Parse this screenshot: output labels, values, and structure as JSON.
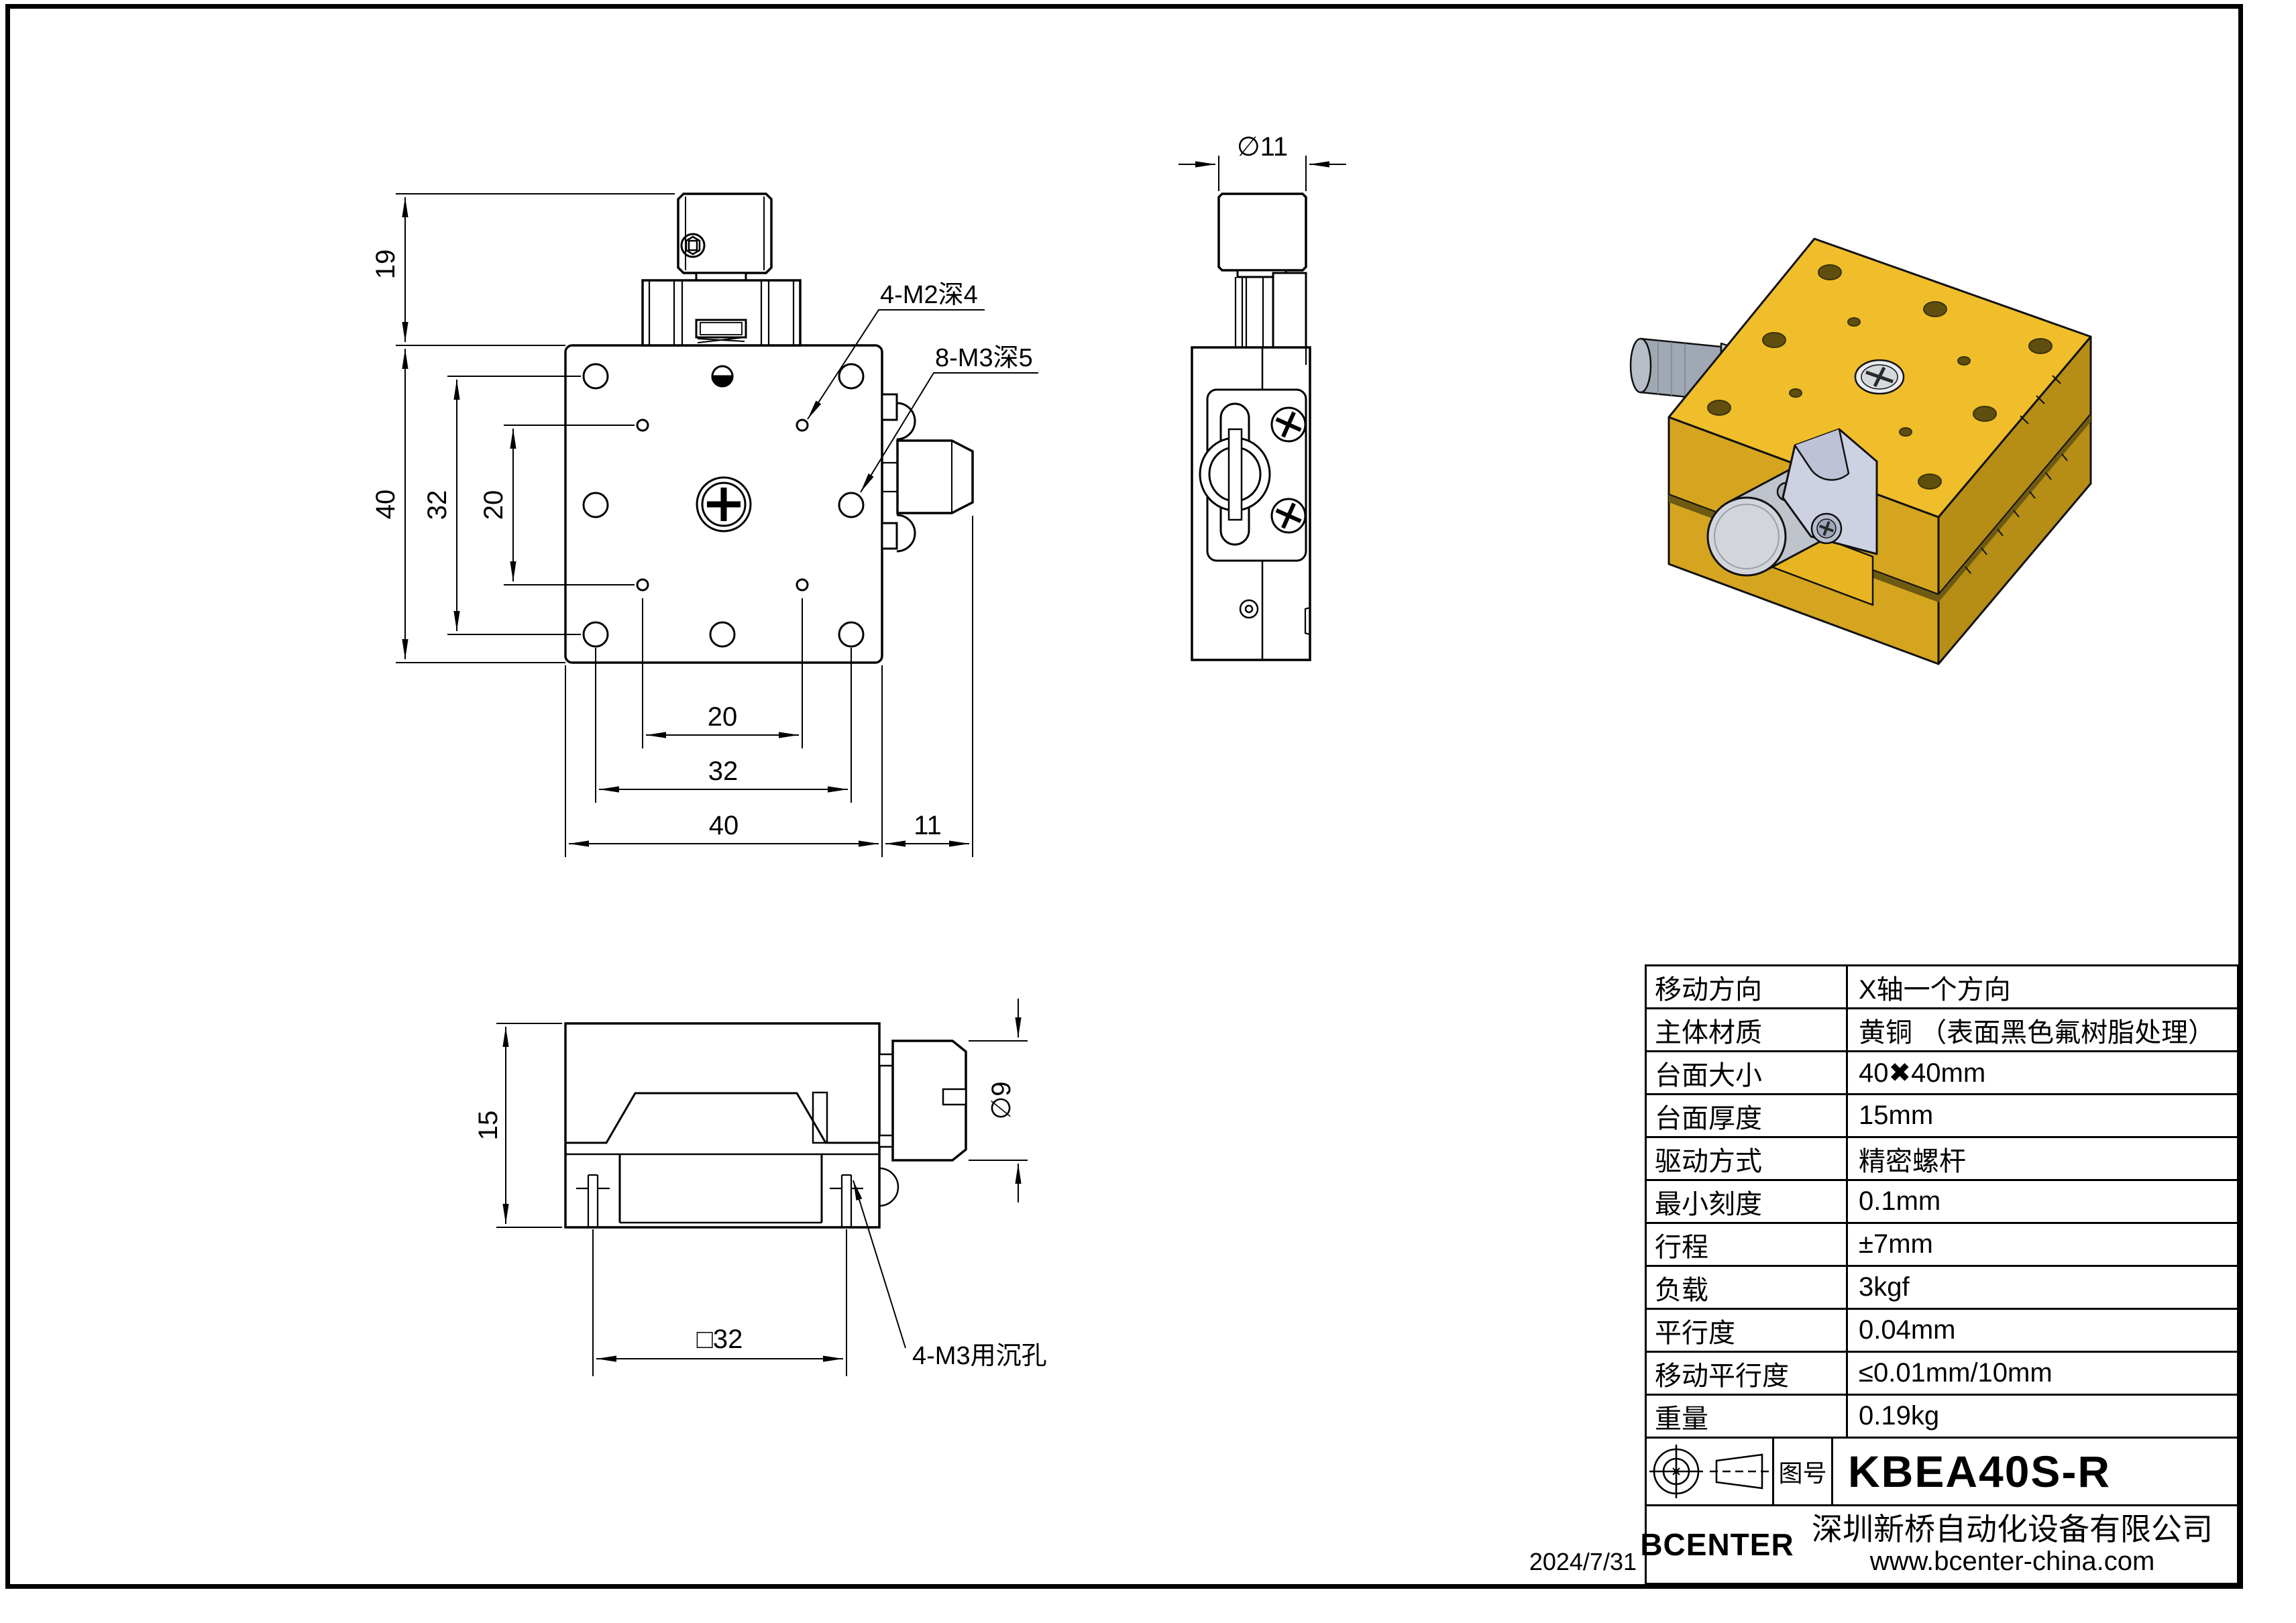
{
  "date": "2024/7/31",
  "front_view": {
    "dim_19": "19",
    "dim_40": "40",
    "dim_32": "32",
    "dim_20": "20",
    "dim_b20": "20",
    "dim_b32": "32",
    "dim_b40": "40",
    "dim_b11": "11",
    "note_m2": "4-M2深4",
    "note_m3": "8-M3深5"
  },
  "side_view": {
    "dim_dia11": "∅11"
  },
  "bottom_view": {
    "dim_15": "15",
    "dim_sq32": "□32",
    "dim_dia9": "∅9",
    "note_counterbore": "4-M3用沉孔"
  },
  "spec_table": {
    "rows": [
      {
        "label": "移动方向",
        "value": "X轴一个方向"
      },
      {
        "label": "主体材质",
        "value": "黄铜 （表面黑色氟树脂处理）"
      },
      {
        "label": "台面大小",
        "value": "40✖40mm"
      },
      {
        "label": "台面厚度",
        "value": "15mm"
      },
      {
        "label": "驱动方式",
        "value": "精密螺杆"
      },
      {
        "label": "最小刻度",
        "value": "0.1mm"
      },
      {
        "label": "行程",
        "value": "±7mm"
      },
      {
        "label": "负载",
        "value": "3kgf"
      },
      {
        "label": "平行度",
        "value": "0.04mm"
      },
      {
        "label": "移动平行度",
        "value": "≤0.01mm/10mm"
      },
      {
        "label": "重量",
        "value": "0.19kg"
      }
    ]
  },
  "title_block": {
    "drawing_no_label": "图号",
    "drawing_no": "KBEA40S-R",
    "brand": "BCENTER",
    "company": "深圳新桥自动化设备有限公司",
    "website": "www.bcenter-china.com"
  },
  "colors": {
    "line": "#000000",
    "stage_top": "#EFBE2A",
    "stage_front": "#D5A51F",
    "stage_right": "#B68D15",
    "knob_grey": "#A3ABB6",
    "clamp_silver": "#CDD1E2"
  }
}
